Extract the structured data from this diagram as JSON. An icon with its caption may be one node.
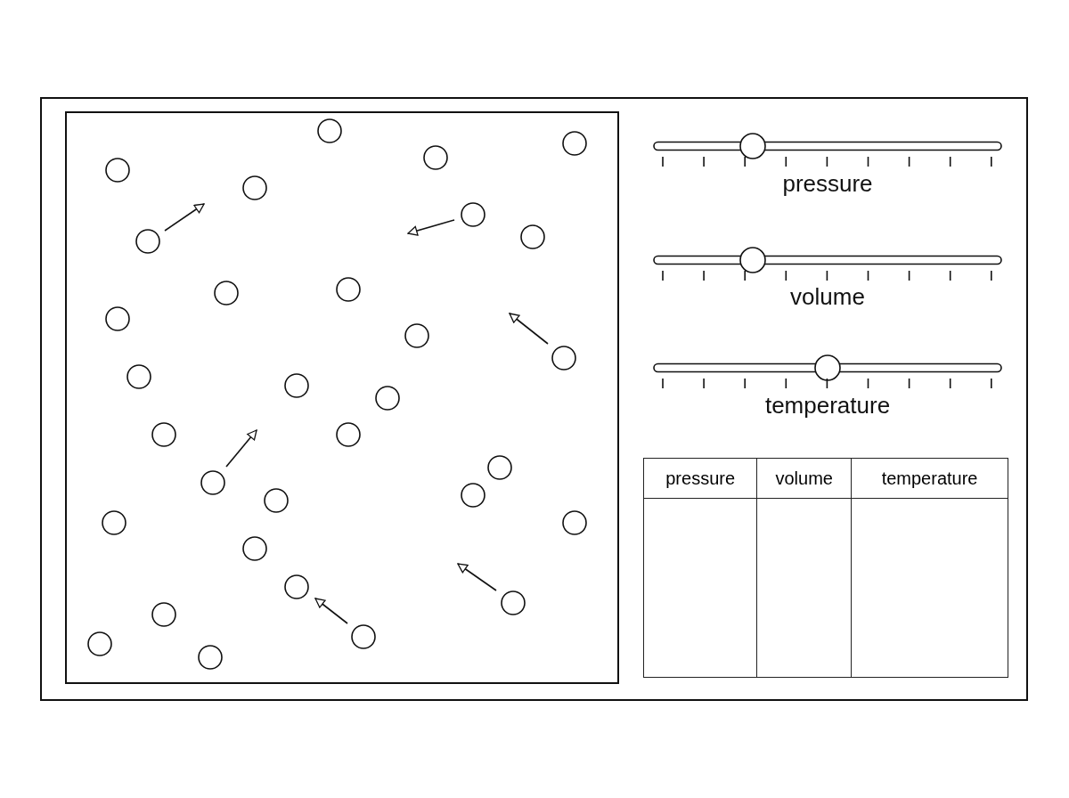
{
  "diagram": {
    "labels": [
      "pressure",
      "volume",
      "temperature",
      "pressure",
      "volume",
      "temperature"
    ]
  }
}
